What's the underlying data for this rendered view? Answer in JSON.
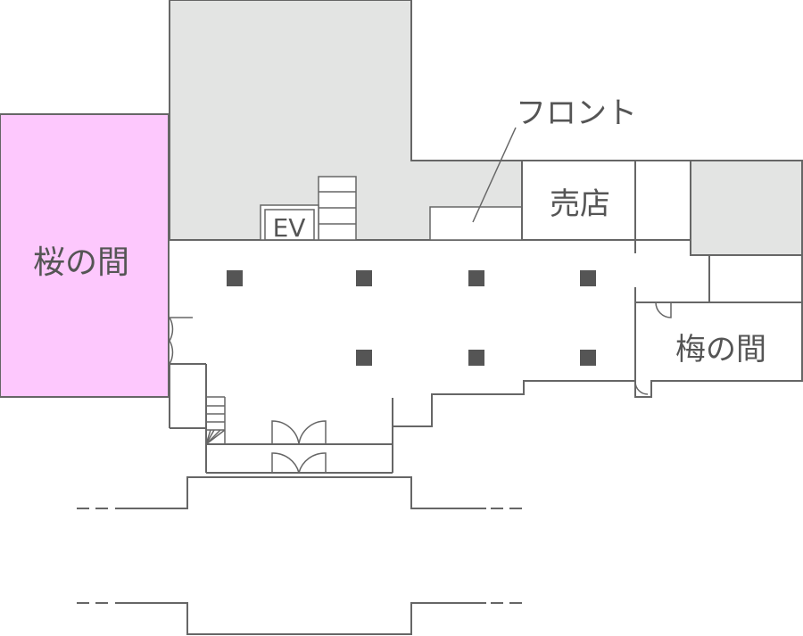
{
  "rooms": {
    "sakura": {
      "label": "桜の間"
    },
    "ume": {
      "label": "梅の間"
    },
    "shop": {
      "label": "売店"
    },
    "front": {
      "label": "フロント"
    },
    "elevator": {
      "label": "EV"
    }
  },
  "colors": {
    "sakura_fill": "#fdc8fd",
    "staff_area_fill": "#e3e4e3",
    "wall": "#666666",
    "pillar": "#555555",
    "text": "#555555"
  }
}
